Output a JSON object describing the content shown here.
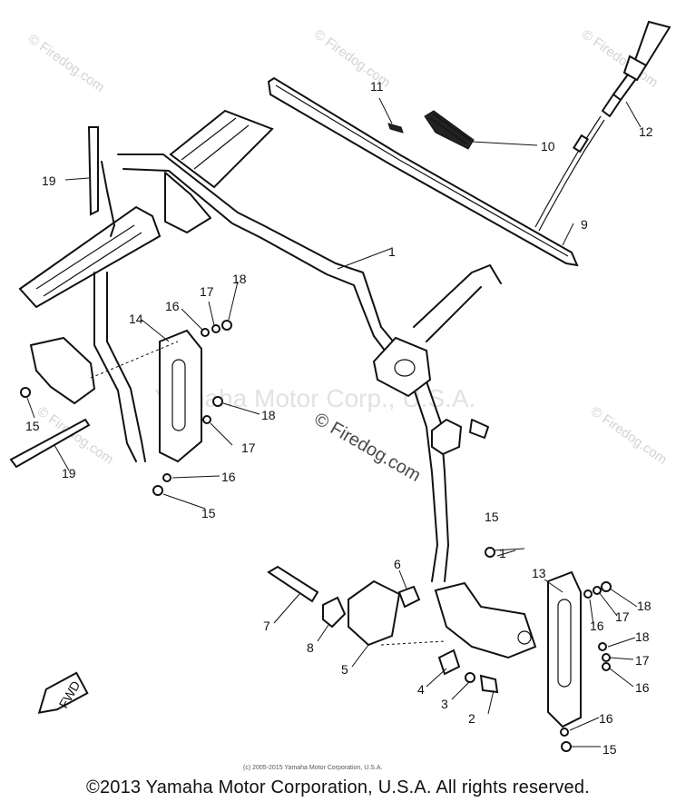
{
  "watermarks": {
    "firedog_corner": "© Firedog.com",
    "firedog_center": "© Firedog.com",
    "yamaha": "Yamaha Motor Corp., U.S.A."
  },
  "small_copyright": "(c) 2005-2015 Yamaha Motor Corporation, U.S.A.",
  "fwd_label": "FWD",
  "footer_copyright": "©2013 Yamaha Motor Corporation, U.S.A. All rights reserved.",
  "callouts": {
    "c1a": "1",
    "c1b": "1",
    "c2": "2",
    "c3": "3",
    "c4": "4",
    "c5": "5",
    "c6": "6",
    "c7": "7",
    "c8": "8",
    "c9": "9",
    "c10": "10",
    "c11": "11",
    "c12": "12",
    "c13": "13",
    "c14": "14",
    "c15a": "15",
    "c15b": "15",
    "c15c": "15",
    "c15d": "15",
    "c16a": "16",
    "c16b": "16",
    "c16c": "16",
    "c16d": "16",
    "c16e": "16",
    "c17a": "17",
    "c17b": "17",
    "c17c": "17",
    "c17d": "17",
    "c18a": "18",
    "c18b": "18",
    "c18c": "18",
    "c18d": "18",
    "c19a": "19",
    "c19b": "19"
  }
}
